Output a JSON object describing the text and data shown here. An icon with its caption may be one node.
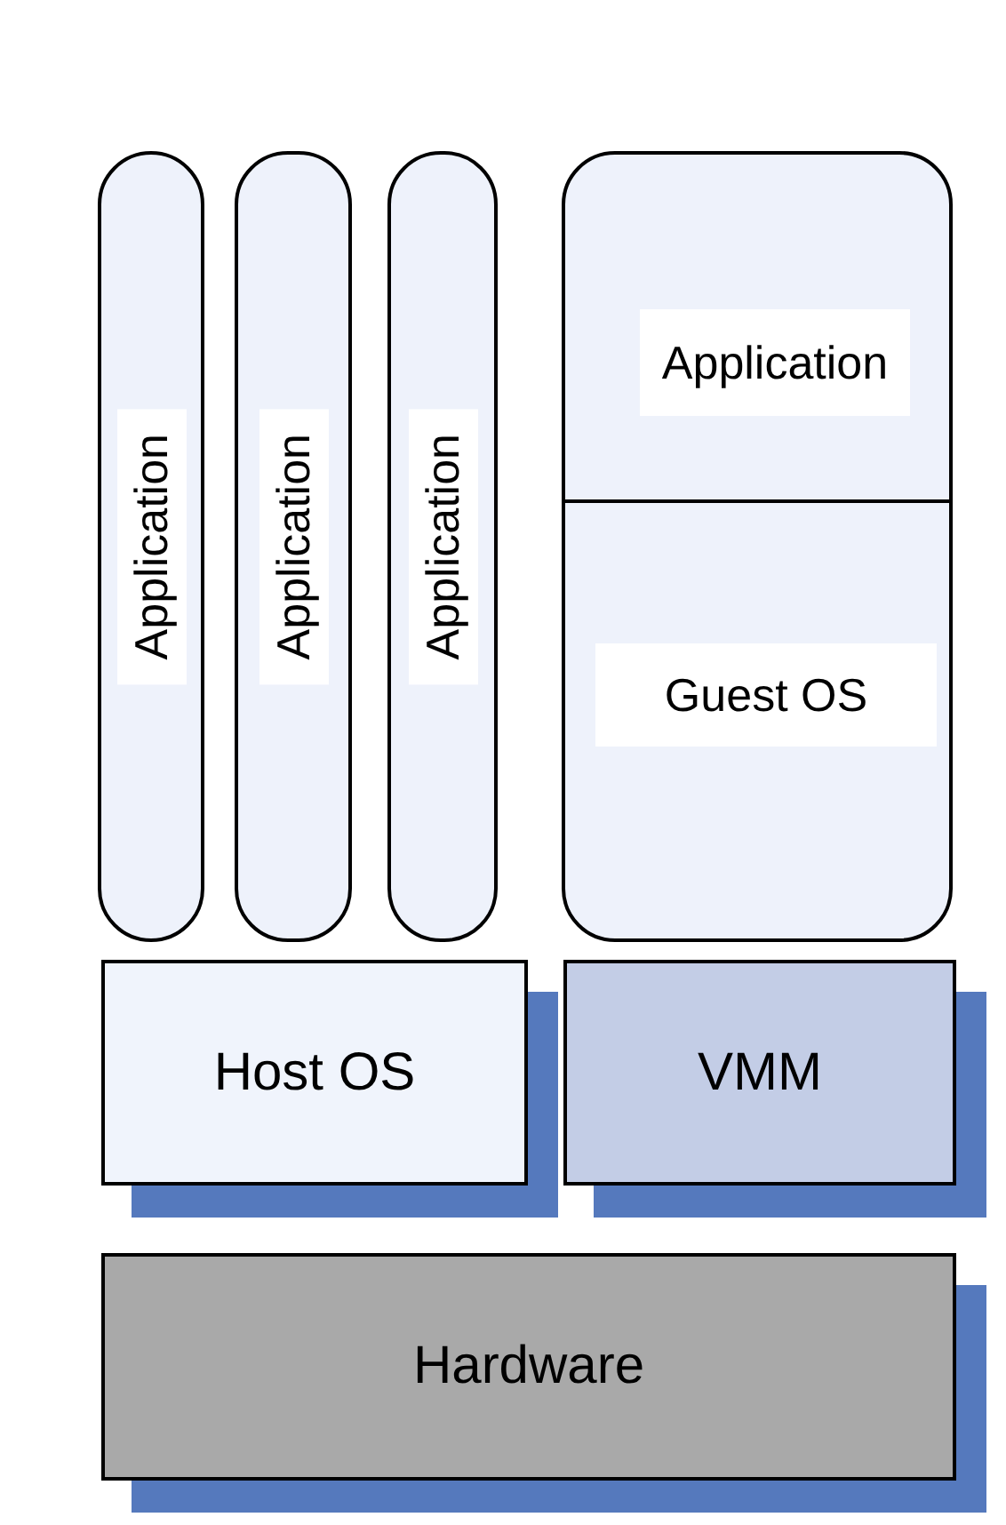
{
  "diagram": {
    "nodes": [
      {
        "text": [
          "Application"
        ]
      },
      {
        "text": [
          "Application"
        ]
      },
      {
        "text": [
          "Application"
        ]
      },
      {
        "text": [],
        "shape": "box"
      },
      {
        "text": [
          "Application"
        ],
        "in": 3
      },
      {
        "text": [
          "Guest OS"
        ],
        "in": 3
      },
      {
        "text": [
          "Host OS"
        ]
      },
      {
        "text": [
          "VMM"
        ]
      },
      {
        "text": [
          "Hardware"
        ]
      }
    ]
  }
}
